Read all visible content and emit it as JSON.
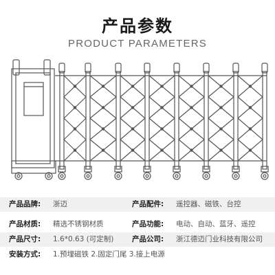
{
  "header": {
    "title": "产品参数",
    "subtitle": "PRODUCT PARAMETERS"
  },
  "specs": [
    {
      "left_label": "产品品牌:",
      "left_value": "浙迈",
      "right_label": "产品配件:",
      "right_value": "遥控器、磁铁、台控"
    },
    {
      "left_label": "产品材质:",
      "left_value": "精选不锈钢材质",
      "right_label": "产品功能:",
      "right_value": "电动、自动、蓝牙、遥控"
    },
    {
      "left_label": "产品尺寸:",
      "left_value": "1.6*0.63 (可定制)",
      "right_label": "产品公司:",
      "right_value": "浙江德迈门业科技有限公司"
    },
    {
      "left_label": "安装方式:",
      "left_value": "1.预埋磁铁 2.固定门尾 3.接上电源"
    }
  ],
  "colors": {
    "line": "#555555",
    "row_shade": "#f0f0f0"
  }
}
